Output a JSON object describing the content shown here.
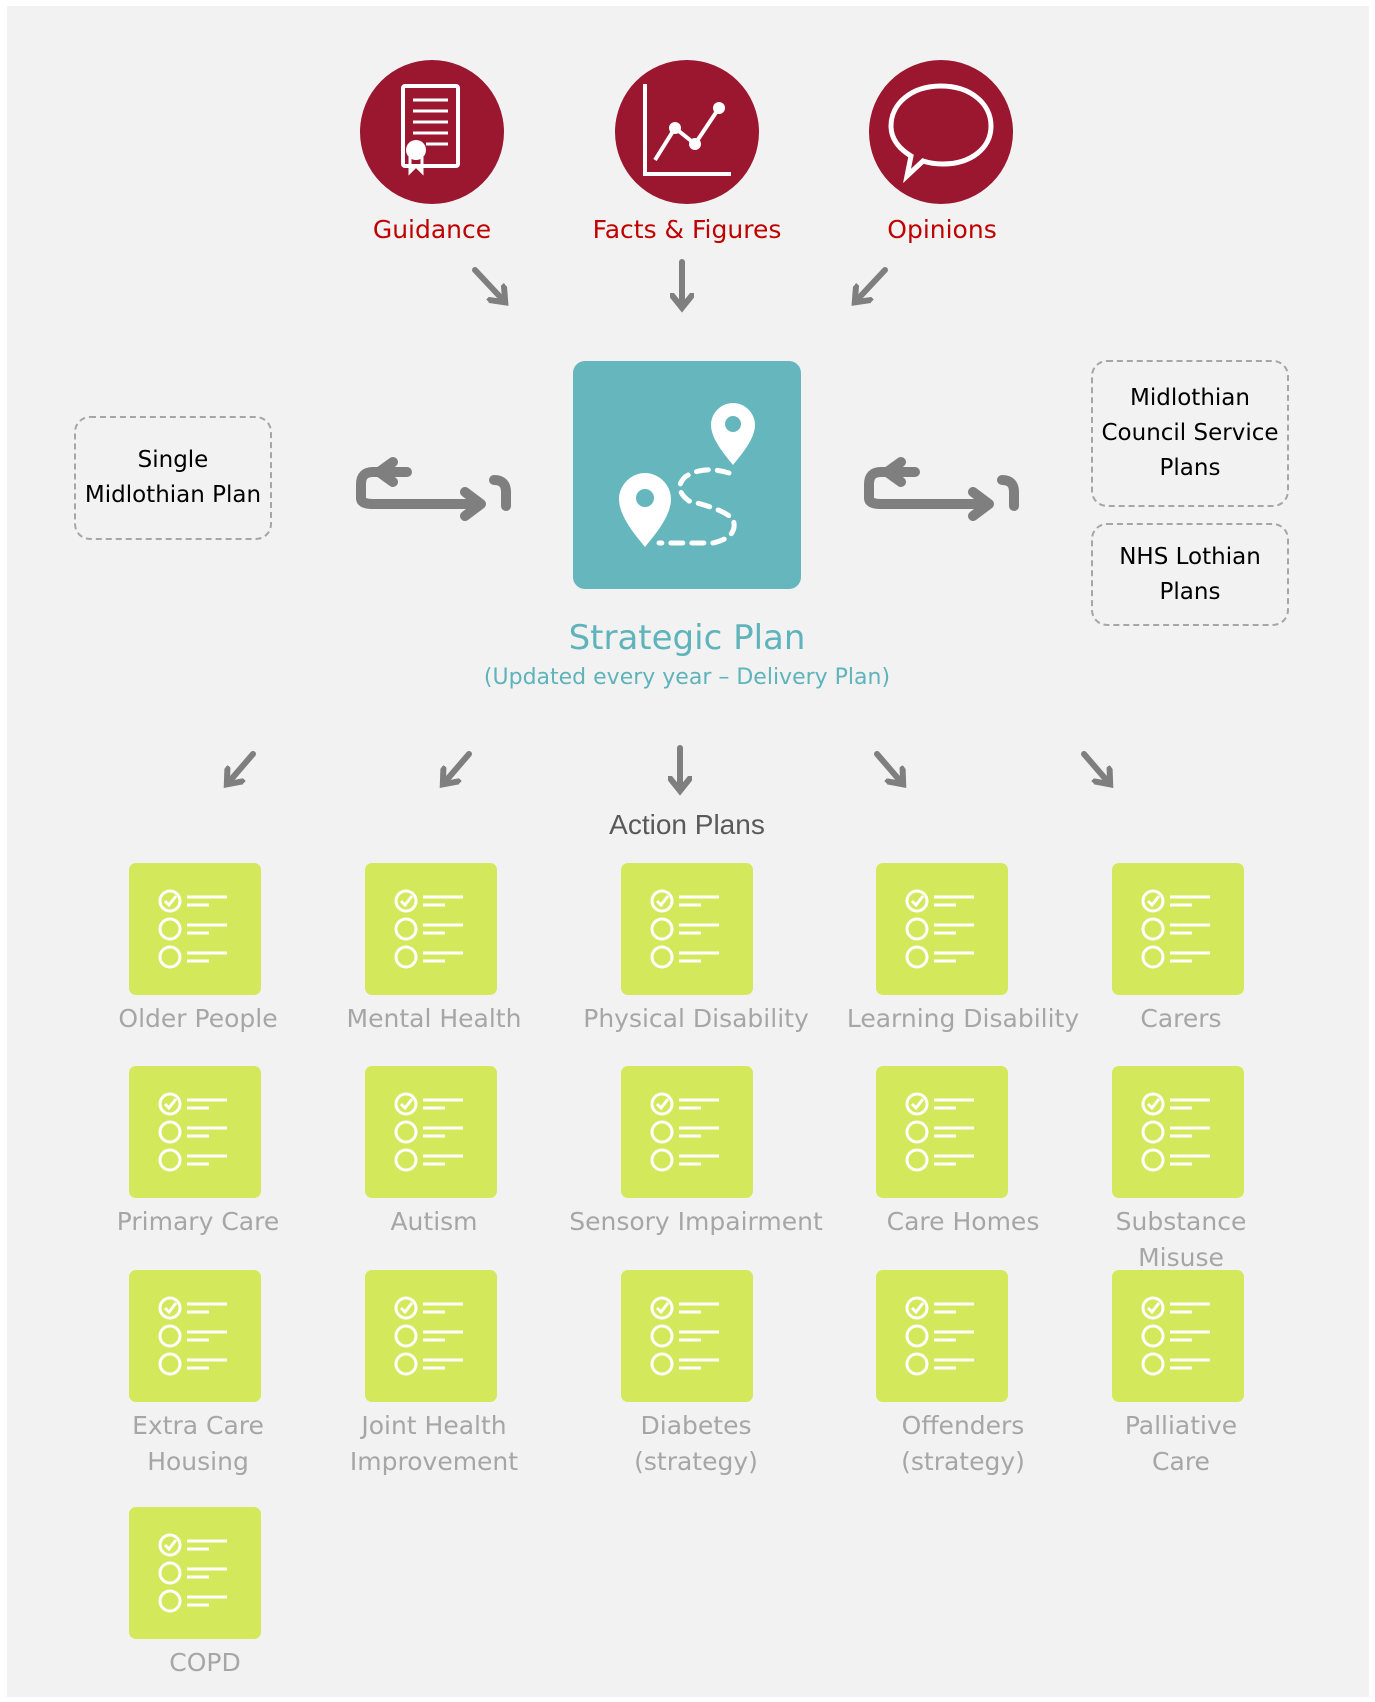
{
  "sources": [
    {
      "label": "Guidance",
      "icon": "certificate-icon"
    },
    {
      "label": "Facts & Figures",
      "icon": "line-chart-icon"
    },
    {
      "label": "Opinions",
      "icon": "speech-bubble-icon"
    }
  ],
  "left_box": {
    "text": "Single\nMidlothian Plan"
  },
  "right_boxes": [
    {
      "text": "Midlothian\nCouncil Service\nPlans"
    },
    {
      "text": "NHS Lothian\nPlans"
    }
  ],
  "strategic": {
    "title": "Strategic Plan",
    "subtitle": "(Updated every year – Delivery Plan)",
    "icon": "route-map-icon"
  },
  "action_plans_title": "Action Plans",
  "action_plans": [
    {
      "label": "Older People"
    },
    {
      "label": "Mental Health"
    },
    {
      "label": "Physical Disability"
    },
    {
      "label": "Learning Disability"
    },
    {
      "label": "Carers"
    },
    {
      "label": "Primary Care"
    },
    {
      "label": "Autism"
    },
    {
      "label": "Sensory Impairment"
    },
    {
      "label": "Care Homes"
    },
    {
      "label": "Substance\nMisuse"
    },
    {
      "label": "Extra Care\nHousing"
    },
    {
      "label": "Joint Health\nImprovement"
    },
    {
      "label": "Diabetes\n(strategy)"
    },
    {
      "label": "Offenders\n(strategy)"
    },
    {
      "label": "Palliative\nCare"
    },
    {
      "label": "COPD"
    }
  ],
  "colors": {
    "source_circle": "#9b1730",
    "source_label": "#c00000",
    "strategic": "#65b6bd",
    "tile": "#d4e85c",
    "arrow": "#7f7f7f",
    "tile_label": "#a6a6a6"
  }
}
